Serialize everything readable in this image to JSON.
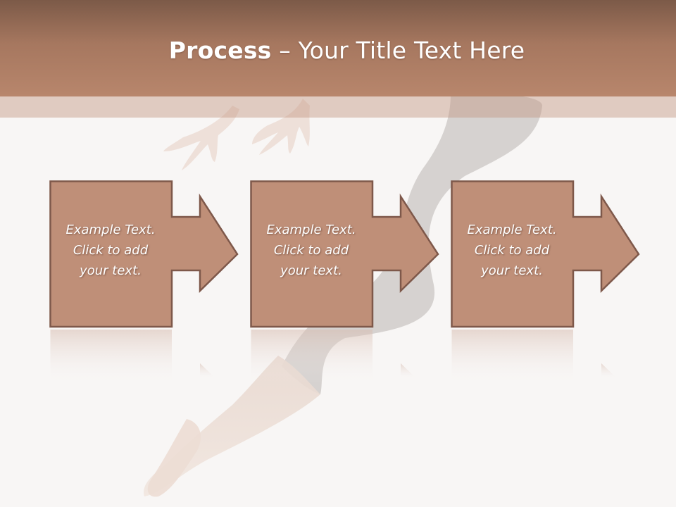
{
  "slide": {
    "title_bold": "Process",
    "title_rest": " – Your Title Text Here"
  },
  "steps": [
    {
      "text_line1": "Example Text.",
      "text_line2": "Click  to add",
      "text_line3": "your text."
    },
    {
      "text_line1": "Example Text.",
      "text_line2": "Click  to add",
      "text_line3": "your text."
    },
    {
      "text_line1": "Example Text.",
      "text_line2": "Click  to add",
      "text_line3": "your text."
    }
  ],
  "colors": {
    "header_dark": "#7c5a48",
    "header_light": "#b8866c",
    "box_fill": "#bf8f78",
    "box_stroke": "#7e584a",
    "background": "#f8f6f5"
  },
  "icons": {
    "background_photo": "dancer-silhouette"
  }
}
